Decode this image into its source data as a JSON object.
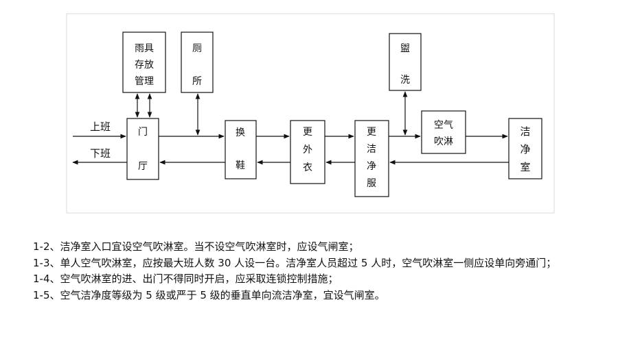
{
  "diagram": {
    "boxes": {
      "rain_gear": [
        "雨具",
        "存放",
        "管理"
      ],
      "toilet": [
        "厕",
        "所"
      ],
      "washroom": [
        "盥",
        "洗"
      ],
      "hall": [
        "门",
        "厅"
      ],
      "shoe_change": [
        "换",
        "鞋"
      ],
      "change_outer": [
        "更",
        "外",
        "衣"
      ],
      "change_clean": [
        "更",
        "洁",
        "净",
        "服"
      ],
      "air_shower": [
        "空气",
        "吹淋"
      ],
      "clean_room": [
        "洁",
        "净",
        "室"
      ]
    },
    "labels": {
      "on_shift": "上班",
      "off_shift": "下班"
    }
  },
  "notes": [
    "1-2、洁净室入口宜设空气吹淋室。当不设空气吹淋室时，应设气闸室；",
    "1-3、单人空气吹淋室，应按最大班人数 30 人设一台。洁净室人员超过 5 人时，空气吹淋室一侧应设单向旁通门；",
    "1-4、空气吹淋室的进、出门不得同时开启，应采取连锁控制措施；",
    "1-5、空气洁净度等级为 5 级或严于 5 级的垂直单向流洁净室，宜设气闸室。"
  ]
}
